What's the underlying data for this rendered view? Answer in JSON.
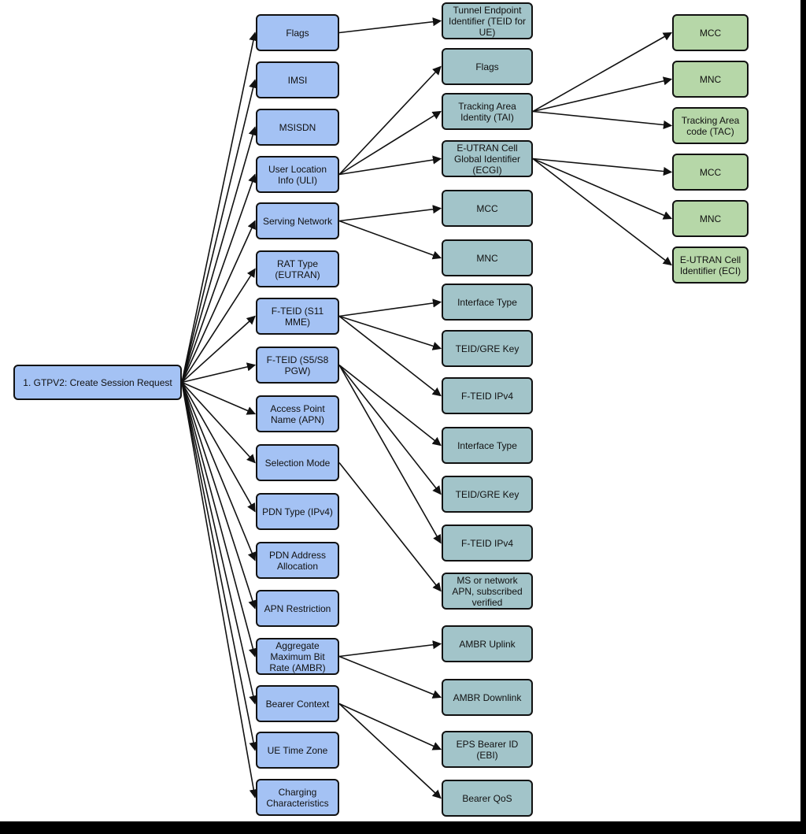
{
  "colors": {
    "root": "#a4c2f4",
    "level1": "#a4c2f4",
    "level2": "#a2c4c9",
    "level3": "#b6d7a8",
    "stroke": "#111111",
    "frame": "#000000"
  },
  "nodes": {
    "root": {
      "label": "1. GTPV2: Create Session Request"
    },
    "l1": [
      {
        "id": "flags",
        "label": "Flags"
      },
      {
        "id": "imsi",
        "label": "IMSI"
      },
      {
        "id": "msisdn",
        "label": "MSISDN"
      },
      {
        "id": "uli",
        "label": "User Location Info (ULI)"
      },
      {
        "id": "serving-network",
        "label": "Serving Network"
      },
      {
        "id": "rat-type",
        "label": "RAT Type (EUTRAN)"
      },
      {
        "id": "fteid-s11",
        "label": "F-TEID (S11 MME)"
      },
      {
        "id": "fteid-s5s8",
        "label": "F-TEID (S5/S8 PGW)"
      },
      {
        "id": "apn",
        "label": "Access Point Name (APN)"
      },
      {
        "id": "selection-mode",
        "label": "Selection Mode"
      },
      {
        "id": "pdn-type",
        "label": "PDN Type (IPv4)"
      },
      {
        "id": "pdn-address",
        "label": "PDN Address Allocation"
      },
      {
        "id": "apn-restriction",
        "label": "APN Restriction"
      },
      {
        "id": "ambr",
        "label": "Aggregate Maximum Bit Rate (AMBR)"
      },
      {
        "id": "bearer-context",
        "label": "Bearer Context"
      },
      {
        "id": "ue-time-zone",
        "label": "UE Time Zone"
      },
      {
        "id": "charging",
        "label": "Charging Characteristics"
      }
    ],
    "l2": [
      {
        "id": "teid-ue",
        "label": "Tunnel Endpoint Identifier (TEID for UE)",
        "parent": "flags"
      },
      {
        "id": "uli-flags",
        "label": "Flags",
        "parent": "uli"
      },
      {
        "id": "tai",
        "label": "Tracking Area Identity (TAI)",
        "parent": "uli"
      },
      {
        "id": "ecgi",
        "label": "E-UTRAN Cell Global Identifier (ECGI)",
        "parent": "uli"
      },
      {
        "id": "sn-mcc",
        "label": "MCC",
        "parent": "serving-network"
      },
      {
        "id": "sn-mnc",
        "label": "MNC",
        "parent": "serving-network"
      },
      {
        "id": "s11-iftype",
        "label": "Interface Type",
        "parent": "fteid-s11"
      },
      {
        "id": "s11-teid",
        "label": "TEID/GRE Key",
        "parent": "fteid-s11"
      },
      {
        "id": "s11-ipv4",
        "label": "F-TEID IPv4",
        "parent": "fteid-s11"
      },
      {
        "id": "s5-iftype",
        "label": "Interface Type",
        "parent": "fteid-s5s8"
      },
      {
        "id": "s5-teid",
        "label": "TEID/GRE Key",
        "parent": "fteid-s5s8"
      },
      {
        "id": "s5-ipv4",
        "label": "F-TEID IPv4",
        "parent": "fteid-s5s8"
      },
      {
        "id": "ms-apn",
        "label": "MS or network APN, subscribed verified",
        "parent": "selection-mode"
      },
      {
        "id": "ambr-up",
        "label": "AMBR Uplink",
        "parent": "ambr"
      },
      {
        "id": "ambr-down",
        "label": "AMBR Downlink",
        "parent": "ambr"
      },
      {
        "id": "ebi",
        "label": "EPS Bearer ID (EBI)",
        "parent": "bearer-context"
      },
      {
        "id": "qos",
        "label": "Bearer QoS",
        "parent": "bearer-context"
      }
    ],
    "l3": [
      {
        "id": "tai-mcc",
        "label": "MCC",
        "parent": "tai"
      },
      {
        "id": "tai-mnc",
        "label": "MNC",
        "parent": "tai"
      },
      {
        "id": "tac",
        "label": "Tracking Area code (TAC)",
        "parent": "tai"
      },
      {
        "id": "ecgi-mcc",
        "label": "MCC",
        "parent": "ecgi"
      },
      {
        "id": "ecgi-mnc",
        "label": "MNC",
        "parent": "ecgi"
      },
      {
        "id": "eci",
        "label": "E-UTRAN Cell Identifier (ECI)",
        "parent": "ecgi"
      }
    ]
  }
}
